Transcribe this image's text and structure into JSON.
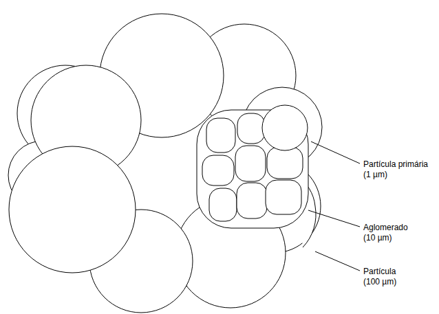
{
  "diagram": {
    "labels": [
      "Partícula primária (1 µm)",
      "Aglomerado (10 µm)",
      "Partícula (100 µm)"
    ]
  }
}
